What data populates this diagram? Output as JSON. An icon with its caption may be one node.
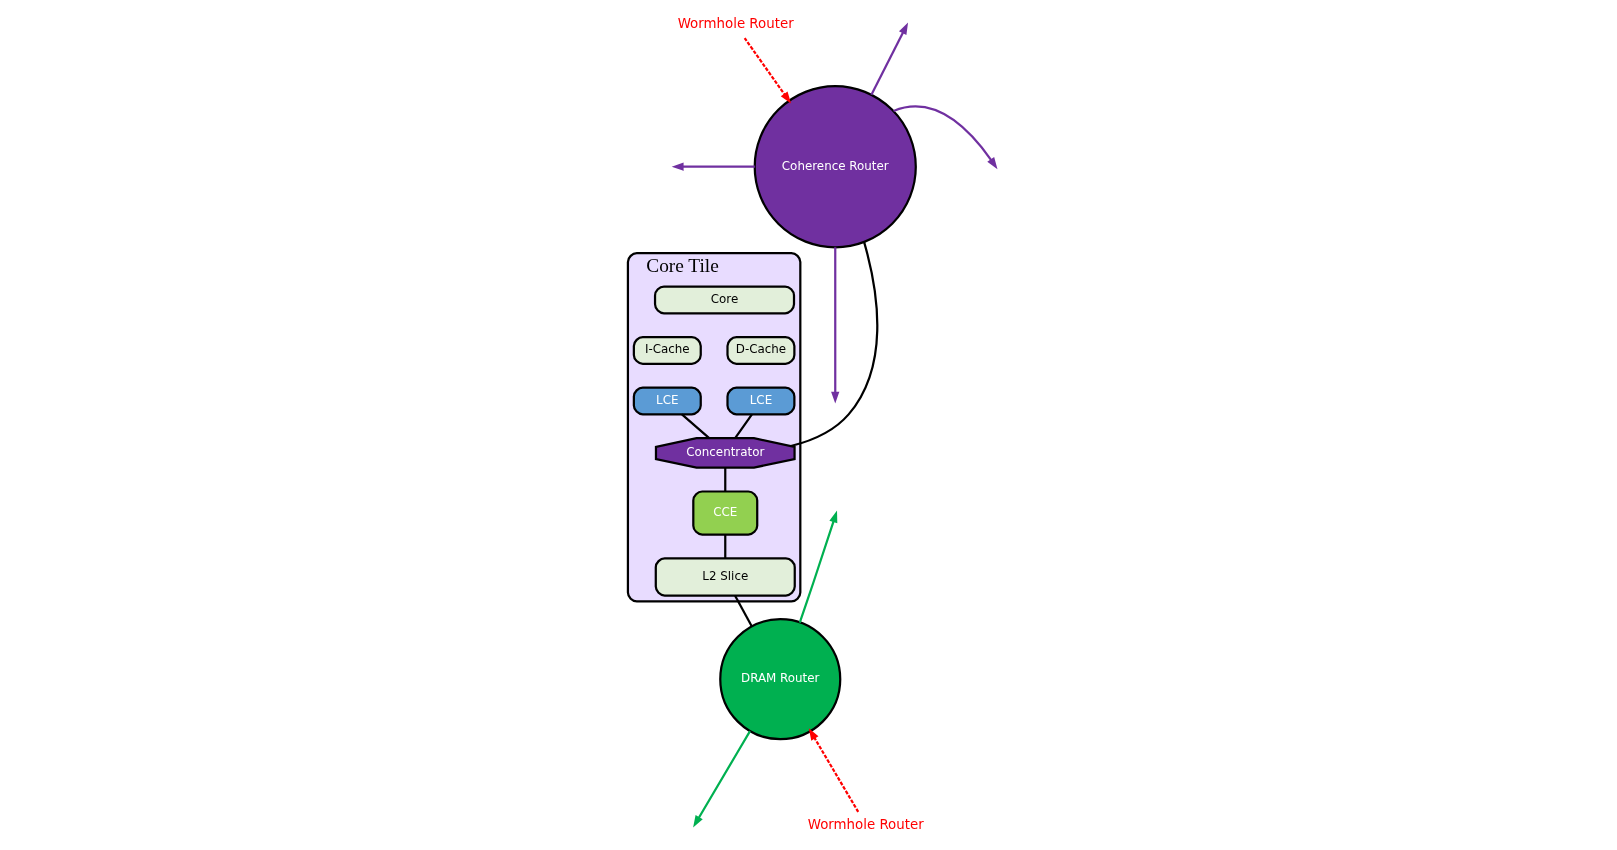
{
  "diagram": {
    "nodes": [
      {
        "text": [
          "Core Tile"
        ]
      },
      {
        "text": [
          "Coherence Router"
        ]
      },
      {
        "text": [
          "Core"
        ],
        "in": 0
      },
      {
        "text": [
          "I-Cache"
        ],
        "in": 0
      },
      {
        "text": [
          "D-Cache"
        ],
        "in": 0
      },
      {
        "text": [
          "LCE"
        ],
        "in": 0
      },
      {
        "text": [
          "LCE"
        ],
        "in": 0
      },
      {
        "text": [
          "Concentrator"
        ],
        "in": 0
      },
      {
        "text": [
          "CCE"
        ],
        "in": 0
      },
      {
        "text": [
          "L2 Slice"
        ],
        "in": 0
      },
      {
        "text": [
          "DRAM Router"
        ]
      },
      {
        "text": [
          "Wormhole Router"
        ]
      },
      {
        "text": [
          "Wormhole Router"
        ]
      }
    ],
    "edges": [
      {
        "from": 1,
        "to": null,
        "arrow": "to",
        "color": "#7030a0"
      },
      {
        "from": 1,
        "to": null,
        "arrow": "to",
        "color": "#7030a0"
      },
      {
        "from": 1,
        "to": null,
        "arrow": "to",
        "color": "#7030a0"
      },
      {
        "from": 1,
        "to": null,
        "arrow": "to",
        "color": "#7030a0"
      },
      {
        "from": 10,
        "to": null,
        "arrow": "to",
        "color": "#00b050"
      },
      {
        "from": 10,
        "to": null,
        "arrow": "to",
        "color": "#00b050"
      },
      {
        "from": 11,
        "to": 1,
        "arrow": "to",
        "style": "dashed",
        "color": "#ff0000"
      },
      {
        "from": 12,
        "to": 10,
        "arrow": "to",
        "style": "dashed",
        "color": "#ff0000"
      },
      {
        "from": 1,
        "to": 7,
        "arrow": "none"
      },
      {
        "from": 5,
        "to": 7,
        "arrow": "none"
      },
      {
        "from": 6,
        "to": 7,
        "arrow": "none"
      },
      {
        "from": 7,
        "to": 8,
        "arrow": "none"
      },
      {
        "from": 8,
        "to": 9,
        "arrow": "none"
      },
      {
        "from": 9,
        "to": 10,
        "arrow": "none"
      }
    ]
  }
}
